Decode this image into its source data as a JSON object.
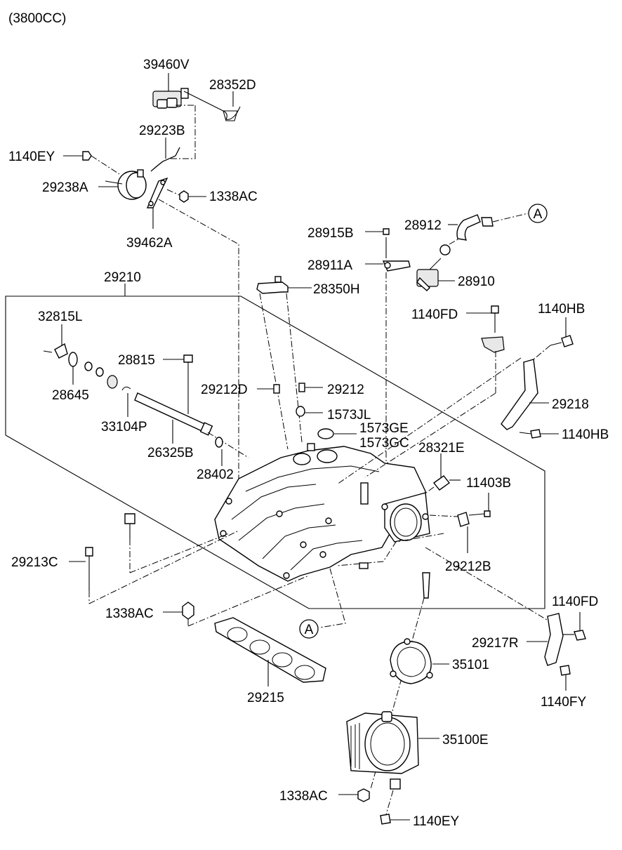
{
  "header": {
    "engine": "(3800CC)"
  },
  "callouts": [
    "A",
    "A"
  ],
  "parts": {
    "p39460V": "39460V",
    "p28352D": "28352D",
    "p29223B": "29223B",
    "p1140EY_top": "1140EY",
    "p29238A": "29238A",
    "p1338AC_top": "1338AC",
    "p39462A": "39462A",
    "p28915B": "28915B",
    "p28912": "28912",
    "p28911A": "28911A",
    "p28910": "28910",
    "p28350H": "28350H",
    "p29210": "29210",
    "p1140FD_top": "1140FD",
    "p1140HB_top": "1140HB",
    "p32815L": "32815L",
    "p28815": "28815",
    "p28645": "28645",
    "p29212D": "29212D",
    "p29212": "29212",
    "p29218": "29218",
    "p1573JL": "1573JL",
    "p33104P": "33104P",
    "p1573GE": "1573GE",
    "p1140HB_mid": "1140HB",
    "p1573GC": "1573GC",
    "p26325B": "26325B",
    "p28321E": "28321E",
    "p28402": "28402",
    "p11403B": "11403B",
    "p29213C": "29213C",
    "p29212B": "29212B",
    "p1338AC_mid": "1338AC",
    "p1140FD_bot": "1140FD",
    "p29217R": "29217R",
    "p35101": "35101",
    "p29215": "29215",
    "p1140FY": "1140FY",
    "p35100E": "35100E",
    "p1338AC_bot": "1338AC",
    "p1140EY_bot": "1140EY"
  }
}
